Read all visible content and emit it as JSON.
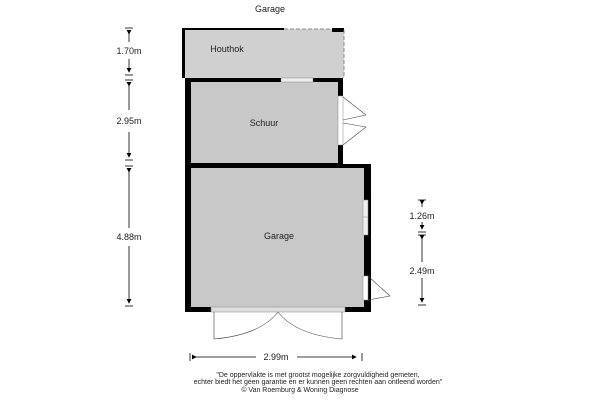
{
  "title": "Garage",
  "rooms": [
    {
      "name": "Houthok"
    },
    {
      "name": "Schuur"
    },
    {
      "name": "Garage"
    }
  ],
  "dimensions": {
    "left": [
      "1.70m",
      "2.95m",
      "4.88m"
    ],
    "right": [
      "1.26m",
      "2.49m"
    ],
    "bottom": "2.99m"
  },
  "footer": {
    "line1": "\"De oppervlakte is met grootst mogelijke zorgvuldigheid gemeten,",
    "line2": "echter biedt het geen garantie en er kunnen geen rechten aan ontleend worden\"",
    "line3": "© Van Roemburg & Woning Diagnose"
  },
  "colors": {
    "floor": "#c8c8c8",
    "wall": "#000000"
  }
}
